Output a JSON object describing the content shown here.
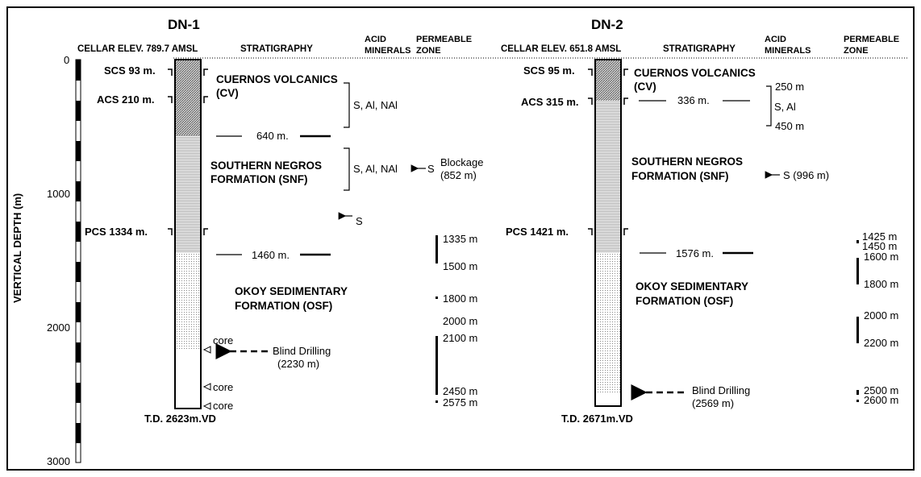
{
  "headers": {
    "cellar_1": "CELLAR ELEV. 789.7 AMSL",
    "cellar_2": "CELLAR ELEV. 651.8 AMSL",
    "stratigraphy": "STRATIGRAPHY",
    "acid_minerals_1": "ACID",
    "acid_minerals_2": "MINERALS",
    "permeable_1": "PERMEABLE",
    "permeable_2": "ZONE"
  },
  "axis": {
    "ylabel": "VERTICAL DEPTH (m)",
    "ticks": [
      "0",
      "1000",
      "2000",
      "3000"
    ]
  },
  "wells": {
    "dn1": {
      "title": "DN-1",
      "scs": "SCS 93 m.",
      "acs": "ACS 210 m.",
      "pcs": "PCS 1334 m.",
      "td": "T.D. 2623m.VD",
      "strat_cv_1": "CUERNOS VOLCANICS",
      "strat_cv_2": "(CV)",
      "strat_snf_1": "SOUTHERN NEGROS",
      "strat_snf_2": "FORMATION (SNF)",
      "strat_osf_1": "OKOY SEDIMENTARY",
      "strat_osf_2": "FORMATION (OSF)",
      "contact_1": "640 m.",
      "contact_2": "1460 m.",
      "acid_1": "S, Al, NAl",
      "acid_2": "S, Al, NAl",
      "acid_arrow_s": "S",
      "blockage_1": "Blockage",
      "blockage_2": "(852 m)",
      "s_arrow": "S",
      "core_1": "core",
      "core_2": "core",
      "core_3": "core",
      "blind_1": "Blind Drilling",
      "blind_2": "(2230 m)",
      "perm": [
        "1335 m",
        "1500 m",
        "1800 m",
        "2000 m",
        "2100 m",
        "2450 m",
        "2575 m"
      ]
    },
    "dn2": {
      "title": "DN-2",
      "scs": "SCS 95 m.",
      "acs": "ACS 315 m.",
      "pcs": "PCS 1421 m.",
      "td": "T.D. 2671m.VD",
      "strat_cv_1": "CUERNOS VOLCANICS",
      "strat_cv_2": "(CV)",
      "strat_snf_1": "SOUTHERN NEGROS",
      "strat_snf_2": "FORMATION (SNF)",
      "strat_osf_1": "OKOY SEDIMENTARY",
      "strat_osf_2": "FORMATION (OSF)",
      "contact_1": "336 m.",
      "contact_2": "1576 m.",
      "acid_top": "250 m",
      "acid_mid": "S, Al",
      "acid_bot": "450 m",
      "s_arrow": "S (996 m)",
      "blind_1": "Blind Drilling",
      "blind_2": "(2569 m)",
      "perm": [
        "1425 m",
        "1450 m",
        "1600 m",
        "1800 m",
        "2000 m",
        "2200 m",
        "2500 m",
        "2600 m"
      ]
    }
  }
}
